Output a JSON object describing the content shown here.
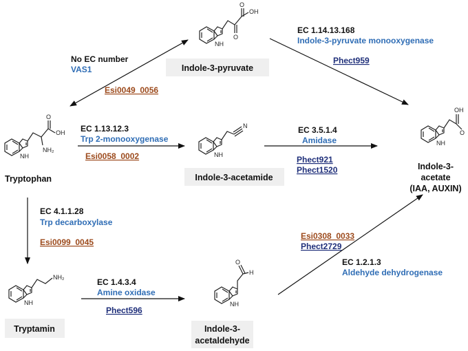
{
  "compounds": {
    "indole_3_pyruvate": "Indole-3-pyruvate",
    "tryptophan": "Tryptophan",
    "indole_3_acetamide": "Indole-3-acetamide",
    "iaa_line1": "Indole-3-",
    "iaa_line2": "acetate",
    "iaa_line3": "(IAA, AUXIN)",
    "tryptamin": "Tryptamin",
    "acetaldehyde_line1": "Indole-3-",
    "acetaldehyde_line2": "acetaldehyde"
  },
  "atoms": {
    "oh": "OH",
    "o": "O",
    "nh": "NH",
    "h": "H",
    "n": "N",
    "nh2": "NH₂"
  },
  "reactions": {
    "trp_to_pyruvate": {
      "ec": "No EC number",
      "enzyme": "VAS1",
      "gene": "Esi0049_0056"
    },
    "pyruvate_to_iaa": {
      "ec": "EC 1.14.13.168",
      "enzyme": "Indole-3-pyruvate monooxygenase",
      "gene": "Phect959"
    },
    "trp_to_acetamide": {
      "ec": "EC 1.13.12.3",
      "enzyme": "Trp 2-monooxygenase",
      "gene": "Esi0058_0002"
    },
    "acetamide_to_iaa": {
      "ec": "EC 3.5.1.4",
      "enzyme": "Amidase",
      "gene1": "Phect921",
      "gene2": "Phect1520"
    },
    "trp_to_tryptamin": {
      "ec": "EC 4.1.1.28",
      "enzyme": "Trp decarboxylase",
      "gene": "Esi0099_0045"
    },
    "tryptamin_to_aldehyde": {
      "ec": "EC 1.4.3.4",
      "enzyme": "Amine oxidase",
      "gene": "Phect596"
    },
    "aldehyde_to_iaa": {
      "ec": "EC 1.2.1.3",
      "enzyme": "Aldehyde dehydrogenase",
      "gene1": "Esi0308_0033",
      "gene2": "Phect2729"
    }
  },
  "colors": {
    "ec": "#111111",
    "enzyme": "#2f6db5",
    "gene_esi": "#9c4a1c",
    "gene_phect": "#1f2f7a",
    "label_box": "#efefef"
  }
}
